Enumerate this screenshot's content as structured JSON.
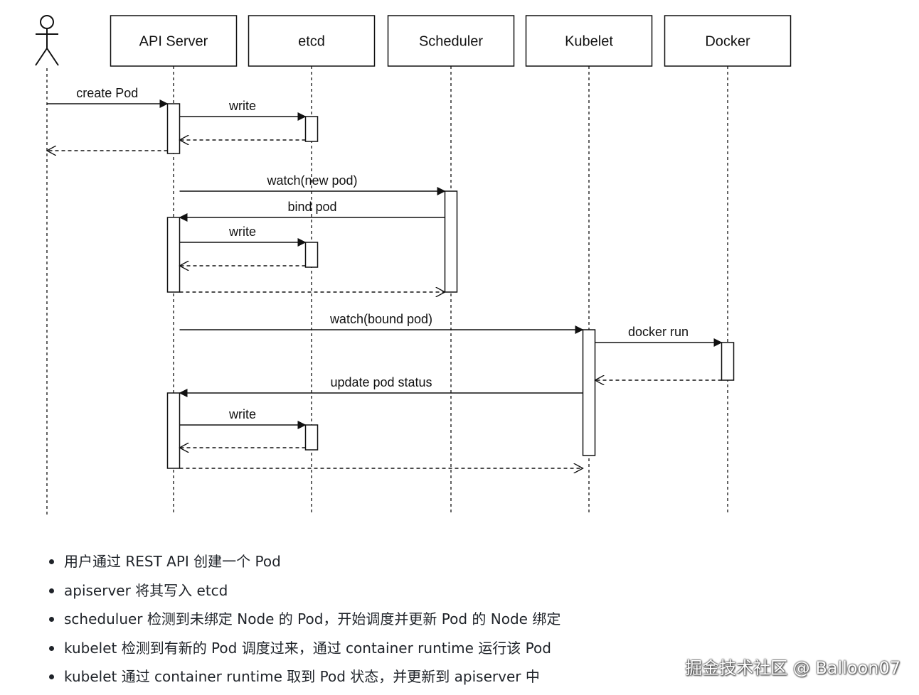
{
  "participants": [
    {
      "id": "user",
      "label": "",
      "actor": true
    },
    {
      "id": "api",
      "label": "API Server"
    },
    {
      "id": "etcd",
      "label": "etcd"
    },
    {
      "id": "scheduler",
      "label": "Scheduler"
    },
    {
      "id": "kubelet",
      "label": "Kubelet"
    },
    {
      "id": "docker",
      "label": "Docker"
    }
  ],
  "messages": [
    {
      "from": "user",
      "to": "api",
      "label": "create Pod",
      "style": "solid"
    },
    {
      "from": "api",
      "to": "etcd",
      "label": "write",
      "style": "solid"
    },
    {
      "from": "etcd",
      "to": "api",
      "label": "",
      "style": "dashed"
    },
    {
      "from": "api",
      "to": "user",
      "label": "",
      "style": "dashed"
    },
    {
      "from": "api",
      "to": "scheduler",
      "label": "watch(new pod)",
      "style": "solid"
    },
    {
      "from": "scheduler",
      "to": "api",
      "label": "bind pod",
      "style": "solid"
    },
    {
      "from": "api",
      "to": "etcd",
      "label": "write",
      "style": "solid"
    },
    {
      "from": "etcd",
      "to": "api",
      "label": "",
      "style": "dashed"
    },
    {
      "from": "api",
      "to": "scheduler",
      "label": "",
      "style": "dashed"
    },
    {
      "from": "api",
      "to": "kubelet",
      "label": "watch(bound pod)",
      "style": "solid"
    },
    {
      "from": "kubelet",
      "to": "docker",
      "label": "docker run",
      "style": "solid"
    },
    {
      "from": "docker",
      "to": "kubelet",
      "label": "",
      "style": "dashed"
    },
    {
      "from": "kubelet",
      "to": "api",
      "label": "update pod status",
      "style": "solid"
    },
    {
      "from": "api",
      "to": "etcd",
      "label": "write",
      "style": "solid"
    },
    {
      "from": "etcd",
      "to": "api",
      "label": "",
      "style": "dashed"
    },
    {
      "from": "api",
      "to": "kubelet",
      "label": "",
      "style": "dashed"
    }
  ],
  "bullets": [
    "用户通过 REST API 创建一个 Pod",
    "apiserver 将其写入 etcd",
    "scheduluer 检测到未绑定 Node 的 Pod，开始调度并更新 Pod 的 Node 绑定",
    "kubelet 检测到有新的 Pod 调度过来，通过 container runtime 运行该 Pod",
    "kubelet 通过 container runtime 取到 Pod 状态，并更新到 apiserver 中"
  ],
  "watermark": "掘金技术社区 @ Balloon07"
}
